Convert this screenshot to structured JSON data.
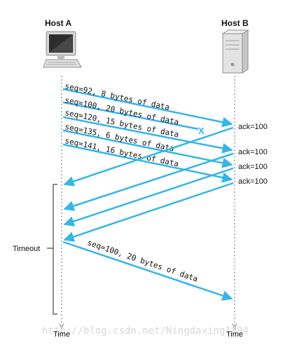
{
  "hosts": {
    "a": "Host A",
    "b": "Host B"
  },
  "time_labels": {
    "a": "Time",
    "b": "Time"
  },
  "timeout_label": "Timeout",
  "lost_marker": "X",
  "messages": [
    {
      "label": "seq=92, 8 bytes of data"
    },
    {
      "label": "seq=100, 20 bytes of data"
    },
    {
      "label": "seq=120, 15 bytes of data"
    },
    {
      "label": "seq=135, 6 bytes of data"
    },
    {
      "label": "seq=141, 16 bytes of data"
    },
    {
      "label": "seq=100, 20 bytes of data"
    }
  ],
  "acks": [
    "ack=100",
    "ack=100",
    "ack=100",
    "ack=100"
  ],
  "watermark": "http://blog.csdn.net/Ningdaxing1994",
  "colors": {
    "arrow": "#33b6ea",
    "timeline": "#b8b8b8"
  },
  "icons": {
    "host_a": "computer-icon",
    "host_b": "server-icon"
  }
}
